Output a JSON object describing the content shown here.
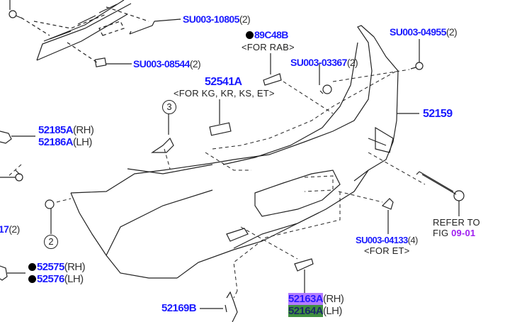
{
  "labels": {
    "su003_10805": {
      "part": "SU003-10805",
      "qty": "(2)"
    },
    "su003_08544": {
      "part": "SU003-08544",
      "qty": "(2)"
    },
    "p89c48b": {
      "part": "89C48B",
      "note": "<FOR RAB>"
    },
    "su003_03367": {
      "part": "SU003-03367",
      "qty": "(2)"
    },
    "su003_04955": {
      "part": "SU003-04955",
      "qty": "(2)"
    },
    "p52541a": {
      "part": "52541A",
      "note": "<FOR KG, KR, KS, ET>"
    },
    "p52159": {
      "part": "52159"
    },
    "p52185a": {
      "part": "52185A",
      "side": "(RH)"
    },
    "p52186a": {
      "part": "52186A",
      "side": "(LH)"
    },
    "p17": {
      "part": "17",
      "qty": "(2)"
    },
    "refer": {
      "line1": "REFER TO",
      "line2_prefix": "FIG",
      "fig": "09-01"
    },
    "su003_04133": {
      "part": "SU003-04133",
      "qty": "(4)",
      "note": "<FOR ET>"
    },
    "p52575": {
      "part": "52575",
      "side": "(RH)"
    },
    "p52576": {
      "part": "52576",
      "side": "(LH)"
    },
    "p52169b": {
      "part": "52169B"
    },
    "p52163a": {
      "part": "52163A",
      "side": "(RH)"
    },
    "p52164a": {
      "part": "52164A",
      "side": "(LH)"
    }
  },
  "callouts": {
    "c2": "2",
    "c3": "3"
  },
  "colors": {
    "part_number": "#1a1aff",
    "highlight_rh": "#b37cff",
    "highlight_lh": "#3f8f3f",
    "fig_ref": "#a020f0"
  }
}
